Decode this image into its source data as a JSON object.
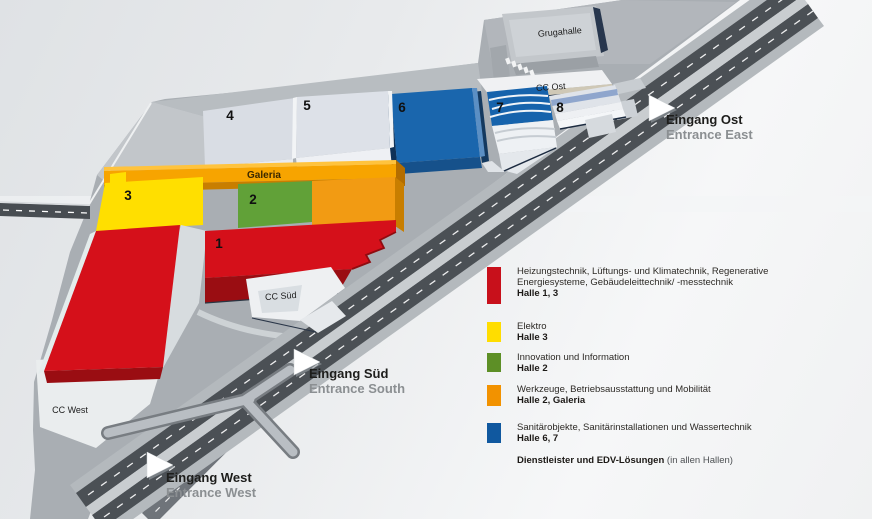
{
  "map": {
    "halls": [
      {
        "number": "1"
      },
      {
        "number": "2"
      },
      {
        "number": "3"
      },
      {
        "number": "4"
      },
      {
        "number": "5"
      },
      {
        "number": "6"
      },
      {
        "number": "7"
      },
      {
        "number": "8"
      }
    ],
    "buildings": {
      "grugahalle": {
        "label": "Grugahalle"
      },
      "cc_ost": {
        "label": "CC Ost"
      },
      "cc_sued": {
        "label": "CC Süd"
      },
      "cc_west": {
        "label": "CC West"
      },
      "galeria": {
        "label": "Galeria"
      }
    },
    "entrances": [
      {
        "id": "west",
        "de": "Eingang West",
        "en": "Entrance West"
      },
      {
        "id": "sued",
        "de": "Eingang Süd",
        "en": "Entrance South"
      },
      {
        "id": "ost",
        "de": "Eingang Ost",
        "en": "Entrance East"
      }
    ]
  },
  "legend": {
    "items": [
      {
        "color": "#c8101b",
        "lines": [
          "Heizungstechnik, Lüftungs- und Klimatechnik, Regenerative",
          "Energiesysteme, Gebäudeleittechnik/ -messtechnik"
        ],
        "halls": "Halle 1, 3"
      },
      {
        "color": "#ffdd00",
        "lines": [
          "Elektro"
        ],
        "halls": "Halle 3"
      },
      {
        "color": "#5d8f26",
        "lines": [
          "Innovation und Information"
        ],
        "halls": "Halle 2"
      },
      {
        "color": "#f29200",
        "lines": [
          "Werkzeuge, Betriebsausstattung und Mobilität"
        ],
        "halls": "Halle 2, Galeria"
      },
      {
        "color": "#10589f",
        "lines": [
          "Sanitärobjekte, Sanitärinstallationen und Wassertechnik"
        ],
        "halls": "Halle 6, 7"
      }
    ],
    "footnote_bold": "Dienstleister und EDV-Lösungen",
    "footnote_normal": " (in allen Hallen)"
  }
}
